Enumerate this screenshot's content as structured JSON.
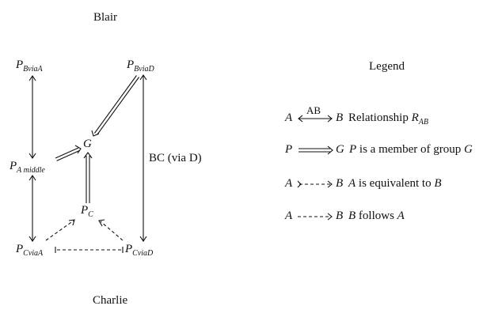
{
  "titles": {
    "top": "Blair",
    "bottom": "Charlie",
    "legend": "Legend"
  },
  "nodes": {
    "pbviaa": {
      "main": "P",
      "sub": "BviaA"
    },
    "pbviad": {
      "main": "P",
      "sub": "BviaD"
    },
    "g": {
      "main": "G"
    },
    "pamid": {
      "main": "P",
      "sub": "A middle"
    },
    "pc": {
      "main": "P",
      "sub": "C"
    },
    "pcviaa": {
      "main": "P",
      "sub": "CviaA"
    },
    "pcviad": {
      "main": "P",
      "sub": "CviaD"
    }
  },
  "edge_labels": {
    "bc_via_d": "BC (via D)"
  },
  "legend": {
    "items": [
      {
        "left": "A",
        "arrow_label": "AB",
        "right": "B",
        "desc": "Relationship",
        "desc_math": "R",
        "desc_sub": "AB"
      },
      {
        "left": "P",
        "right": "G",
        "desc_math1": "P",
        "desc": "is a member of group",
        "desc_math2": "G"
      },
      {
        "left": "A",
        "right": "B",
        "desc_math1": "A",
        "desc": "is equivalent to",
        "desc_math2": "B"
      },
      {
        "left": "A",
        "right": "B",
        "desc_math1": "B",
        "desc": "follows",
        "desc_math2": "A"
      }
    ]
  }
}
